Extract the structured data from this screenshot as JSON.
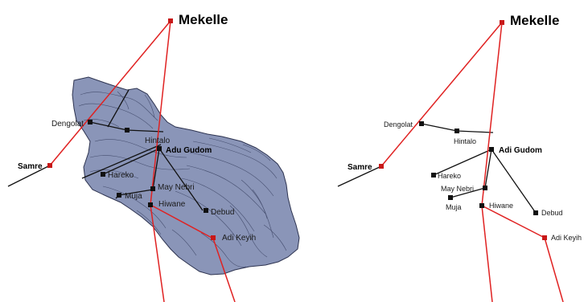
{
  "colors": {
    "road": "#e02222",
    "track": "#111111",
    "terrain": "#8a95b8",
    "terrain_edge": "#2d3350",
    "contour": "#2f3757",
    "node": "#111111"
  },
  "left_map": {
    "labels": {
      "mekelle": "Mekelle",
      "samre": "Samre",
      "dengolat": "Dengolat",
      "hintalo": "Hintalo",
      "adi_gudom": "Adu  Gudom",
      "hareko": "Hareko",
      "may_nebri": "May Nebri",
      "muja": "Muja",
      "hiwane": "Hiwane",
      "debud": "Debud",
      "adi_keyih": "Adi Keyih"
    }
  },
  "right_map": {
    "labels": {
      "mekelle": "Mekelle",
      "samre": "Samre",
      "dengolat": "Dengolat",
      "hintalo": "Hintalo",
      "adi_gudom": "Adi  Gudom",
      "hareko": "Hareko",
      "may_nebri": "May Nebri",
      "muja": "Muja",
      "hiwane": "Hiwane",
      "debud": "Debud",
      "adi_keyih": "Adi Keyih"
    }
  }
}
